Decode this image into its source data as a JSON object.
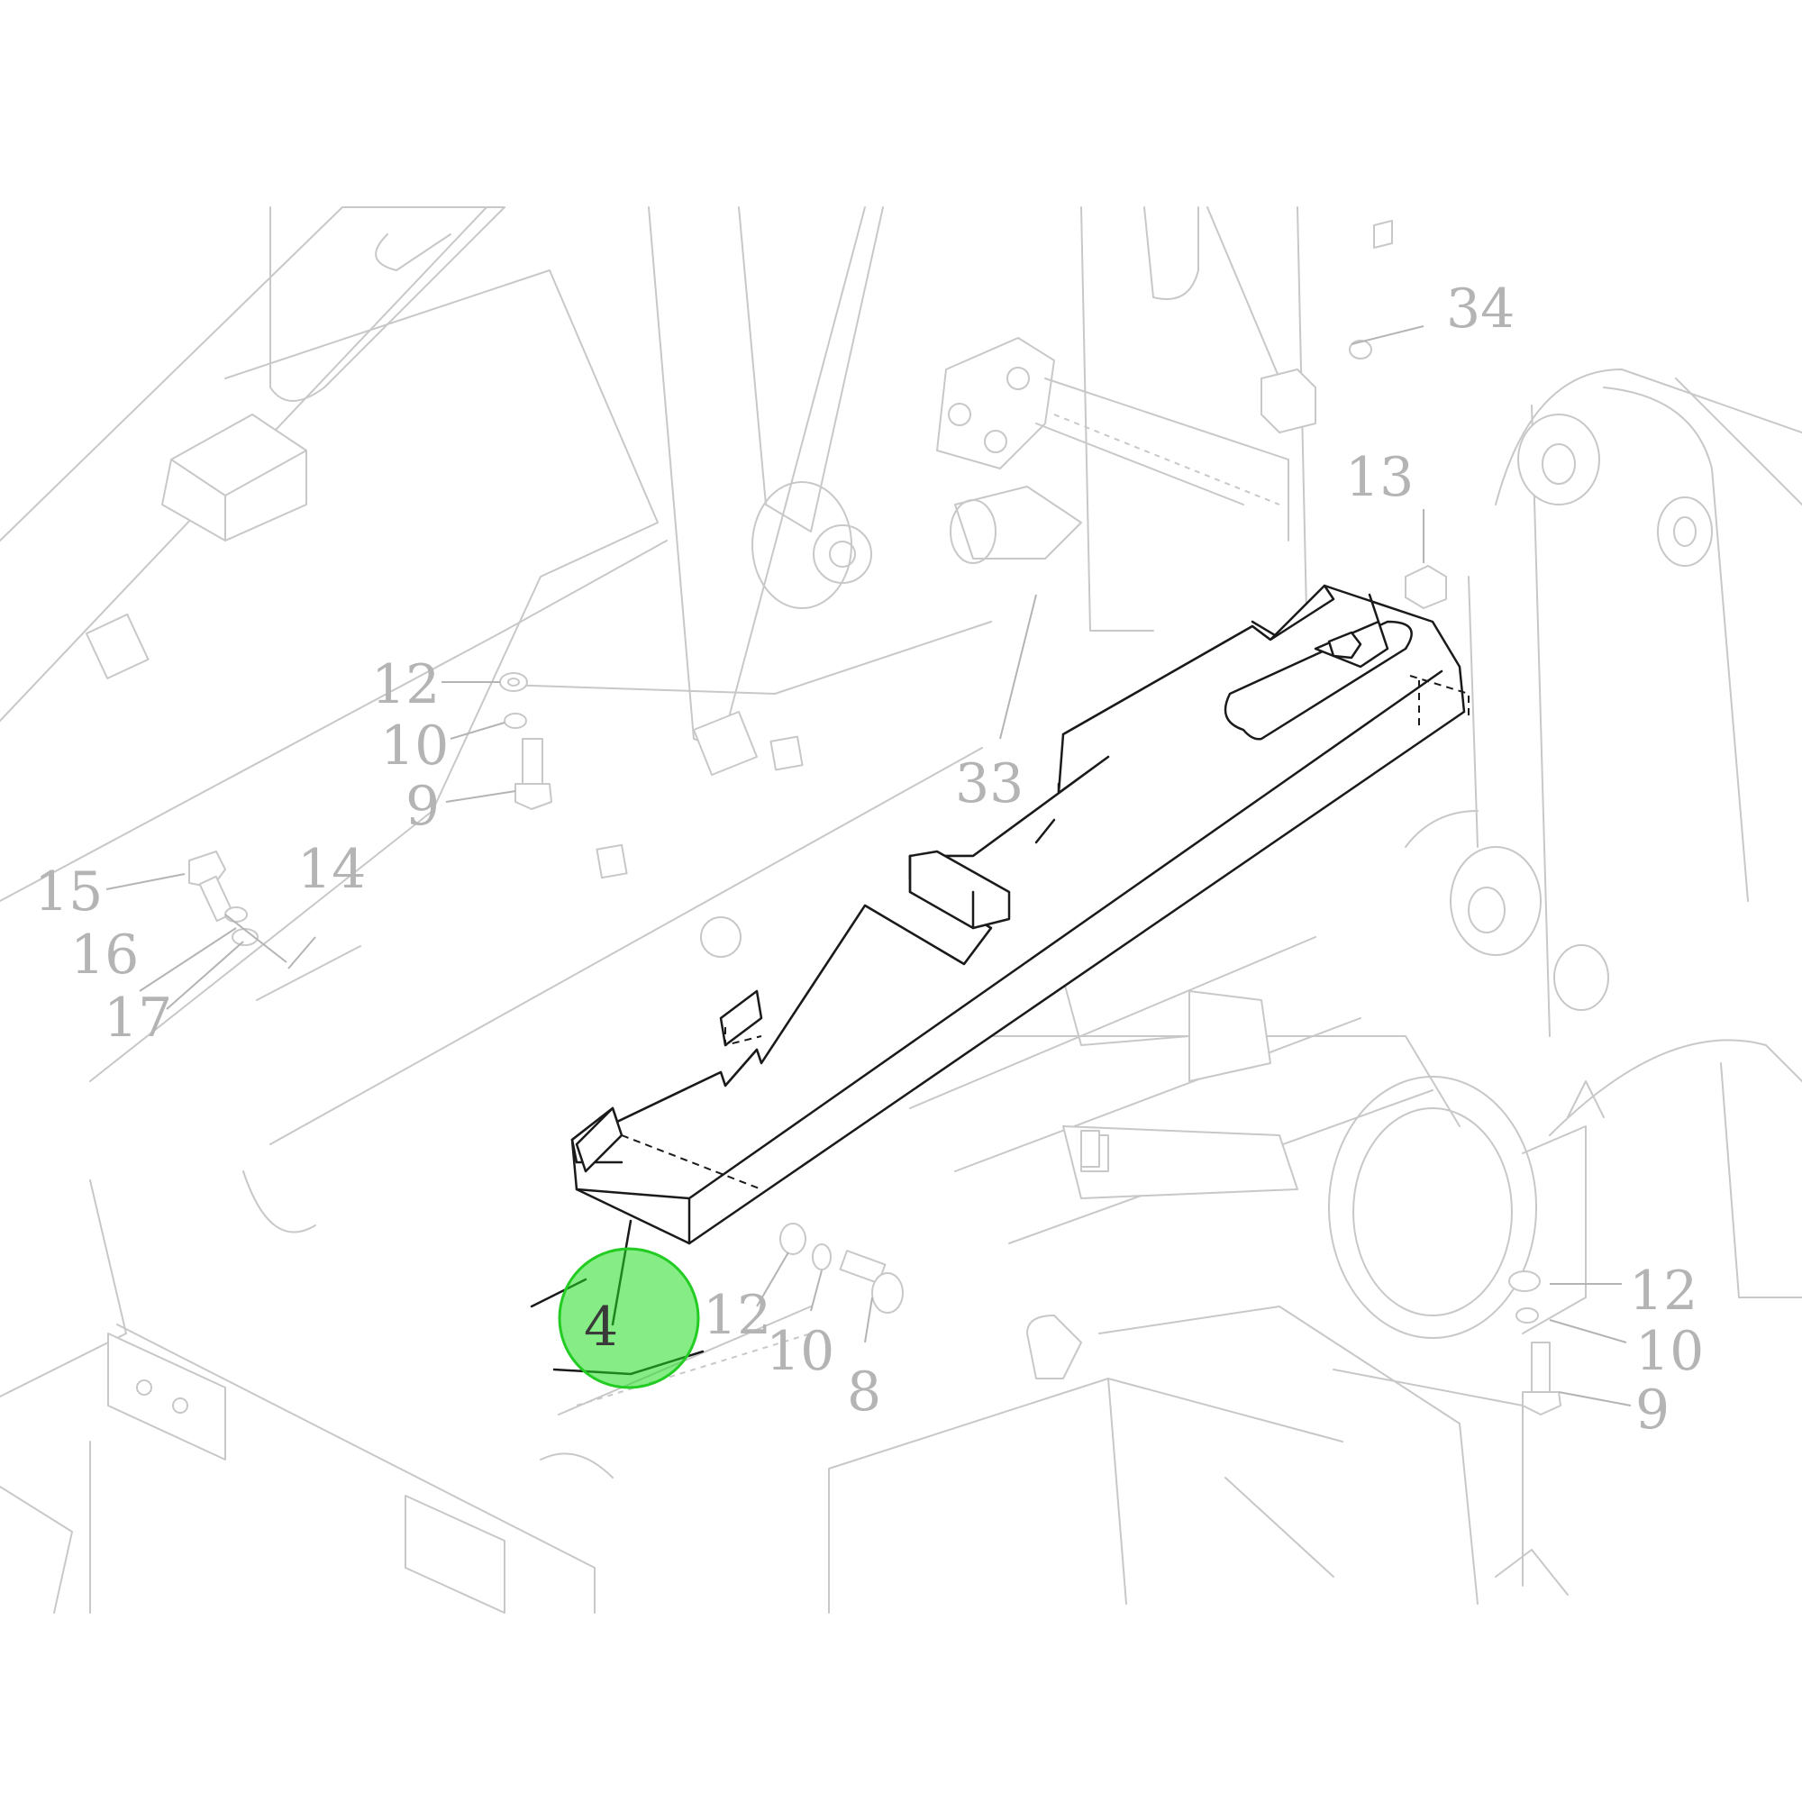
{
  "diagram": {
    "highlight_color": "#22dd22",
    "highlighted_part": "4",
    "callouts": [
      {
        "id": "c34",
        "label": "34"
      },
      {
        "id": "c13",
        "label": "13"
      },
      {
        "id": "c12a",
        "label": "12"
      },
      {
        "id": "c10a",
        "label": "10"
      },
      {
        "id": "c9a",
        "label": "9"
      },
      {
        "id": "c33",
        "label": "33"
      },
      {
        "id": "c15",
        "label": "15"
      },
      {
        "id": "c14",
        "label": "14"
      },
      {
        "id": "c16",
        "label": "16"
      },
      {
        "id": "c17",
        "label": "17"
      },
      {
        "id": "c4",
        "label": "4"
      },
      {
        "id": "c12b",
        "label": "12"
      },
      {
        "id": "c10b",
        "label": "10"
      },
      {
        "id": "c8",
        "label": "8"
      },
      {
        "id": "c12c",
        "label": "12"
      },
      {
        "id": "c10c",
        "label": "10"
      },
      {
        "id": "c9c",
        "label": "9"
      }
    ]
  }
}
